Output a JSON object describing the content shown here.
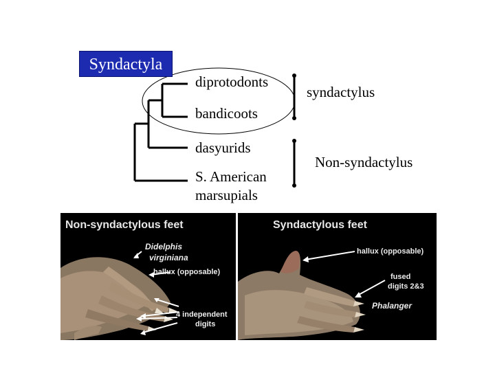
{
  "cladogram": {
    "clade_label": "Syndactyla",
    "taxa": [
      "diprotodonts",
      "bandicoots",
      "dasyurids",
      "S. American",
      "marsupials"
    ],
    "groups": {
      "syndactyl": "syndactylus",
      "non_syndactyl": "Non-syndactylus"
    }
  },
  "photos": {
    "left": {
      "title": "Non-syndactylous feet",
      "species_line1": "Didelphis",
      "species_line2": "virginiana",
      "hallux": "hallux (opposable)",
      "digits_line1": "4 independent",
      "digits_line2": "digits"
    },
    "right": {
      "title": "Syndactylous feet",
      "hallux": "hallux (opposable)",
      "fused_line1": "fused",
      "fused_line2": "digits 2&3",
      "species": "Phalanger"
    }
  },
  "colors": {
    "clade_box": "#1c2bb0",
    "panel_bg": "#000000"
  }
}
